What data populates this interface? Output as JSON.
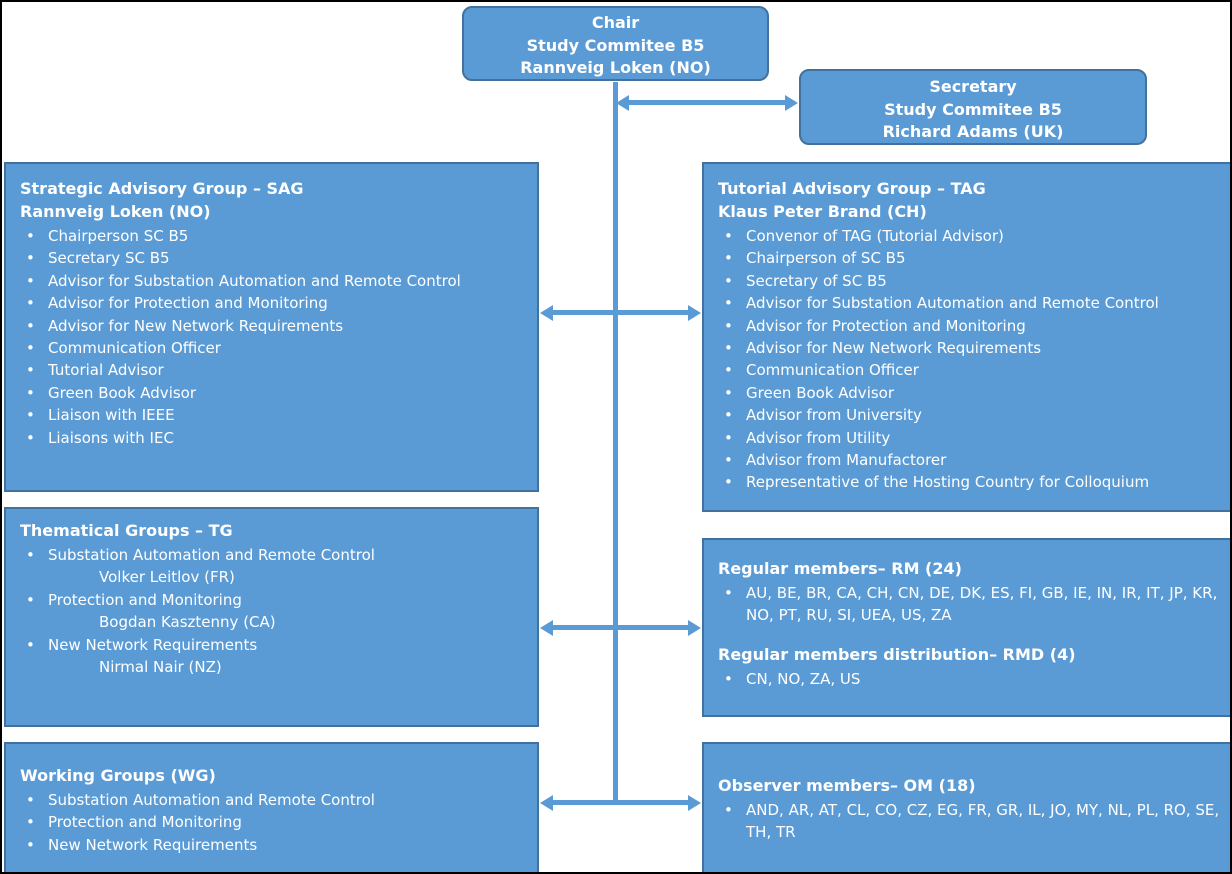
{
  "colors": {
    "box_fill": "#5B9BD5",
    "box_border": "#41719C",
    "text": "#FFFFFF",
    "connector": "#5B9BD5",
    "background": "#FFFFFF"
  },
  "chair_box": {
    "line1": "Chair",
    "line2": "Study Commitee B5",
    "line3": "Rannveig Loken (NO)"
  },
  "secretary_box": {
    "line1": "Secretary",
    "line2": "Study Commitee B5",
    "line3": "Richard Adams (UK)"
  },
  "sag_box": {
    "title": "Strategic Advisory Group – SAG",
    "subtitle": "Rannveig Loken (NO)",
    "items": [
      "Chairperson SC B5",
      "Secretary SC B5",
      "Advisor for Substation Automation and Remote Control",
      "Advisor for Protection and Monitoring",
      "Advisor for New Network Requirements",
      "Communication Officer",
      "Tutorial Advisor",
      "Green Book Advisor",
      "Liaison with IEEE",
      "Liaisons with IEC"
    ]
  },
  "tag_box": {
    "title": "Tutorial Advisory Group – TAG",
    "subtitle": "Klaus Peter Brand (CH)",
    "items": [
      "Convenor of TAG (Tutorial Advisor)",
      "Chairperson of SC B5",
      "Secretary of SC B5",
      "Advisor for Substation Automation and Remote Control",
      "Advisor for Protection and Monitoring",
      "Advisor for New Network Requirements",
      "Communication Officer",
      "Green Book Advisor",
      "Advisor from University",
      "Advisor from Utility",
      "Advisor from Manufactorer",
      "Representative of the Hosting Country for Colloquium"
    ]
  },
  "tg_box": {
    "title": "Thematical Groups – TG",
    "items": [
      {
        "label": "Substation Automation and Remote Control",
        "person": "Volker Leitlov (FR)"
      },
      {
        "label": "Protection and Monitoring",
        "person": "Bogdan Kasztenny (CA)"
      },
      {
        "label": "New Network Requirements",
        "person": "Nirmal Nair (NZ)"
      }
    ]
  },
  "rm_box": {
    "title": "Regular members– RM (24)",
    "members": "AU, BE, BR, CA, CH, CN, DE, DK, ES, FI, GB, IE, IN, IR, IT, JP, KR, NO, PT, RU, SI, UEA, US, ZA",
    "title2": "Regular members distribution– RMD (4)",
    "members2": "CN, NO, ZA, US"
  },
  "wg_box": {
    "title": "Working Groups (WG)",
    "items": [
      "Substation Automation and Remote Control",
      "Protection and Monitoring",
      "New Network Requirements"
    ]
  },
  "om_box": {
    "title": "Observer members– OM (18)",
    "members": "AND, AR, AT, CL, CO, CZ, EG, FR, GR, IL, JO, MY, NL, PL, RO, SE, TH, TR"
  }
}
